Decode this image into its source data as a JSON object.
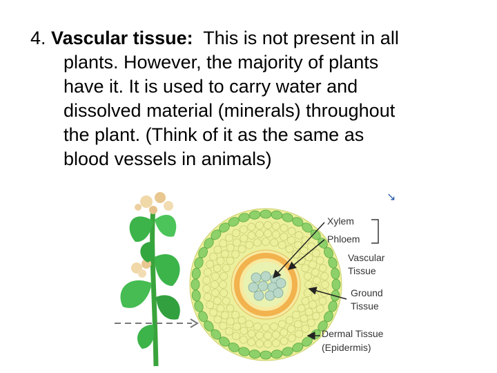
{
  "slide": {
    "number": "4.",
    "heading": "Vascular tissue:",
    "line1_rest": "This is not present in all",
    "line2": "plants.  However, the majority of plants",
    "line3": "have it.  It is used to carry water and",
    "line4": "dissolved material (minerals) throughout",
    "line5": "the plant.  (Think of it as the same as",
    "line6": "blood vessels in animals)"
  },
  "diagram": {
    "labels": {
      "xylem": "Xylem",
      "phloem": "Phloem",
      "vascular_1": "Vascular",
      "vascular_2": "Tissue",
      "ground_1": "Ground",
      "ground_2": "Tissue",
      "dermal_1": "Dermal Tissue",
      "dermal_2": "(Epidermis)"
    },
    "colors": {
      "stem_green": "#3cb44a",
      "ground_fill": "#ecef9c",
      "epidermis_cell": "#8ed06a",
      "phloem_ring": "#f2b24e",
      "xylem_cell": "#b9d8c8",
      "arrow": "#222222"
    }
  }
}
